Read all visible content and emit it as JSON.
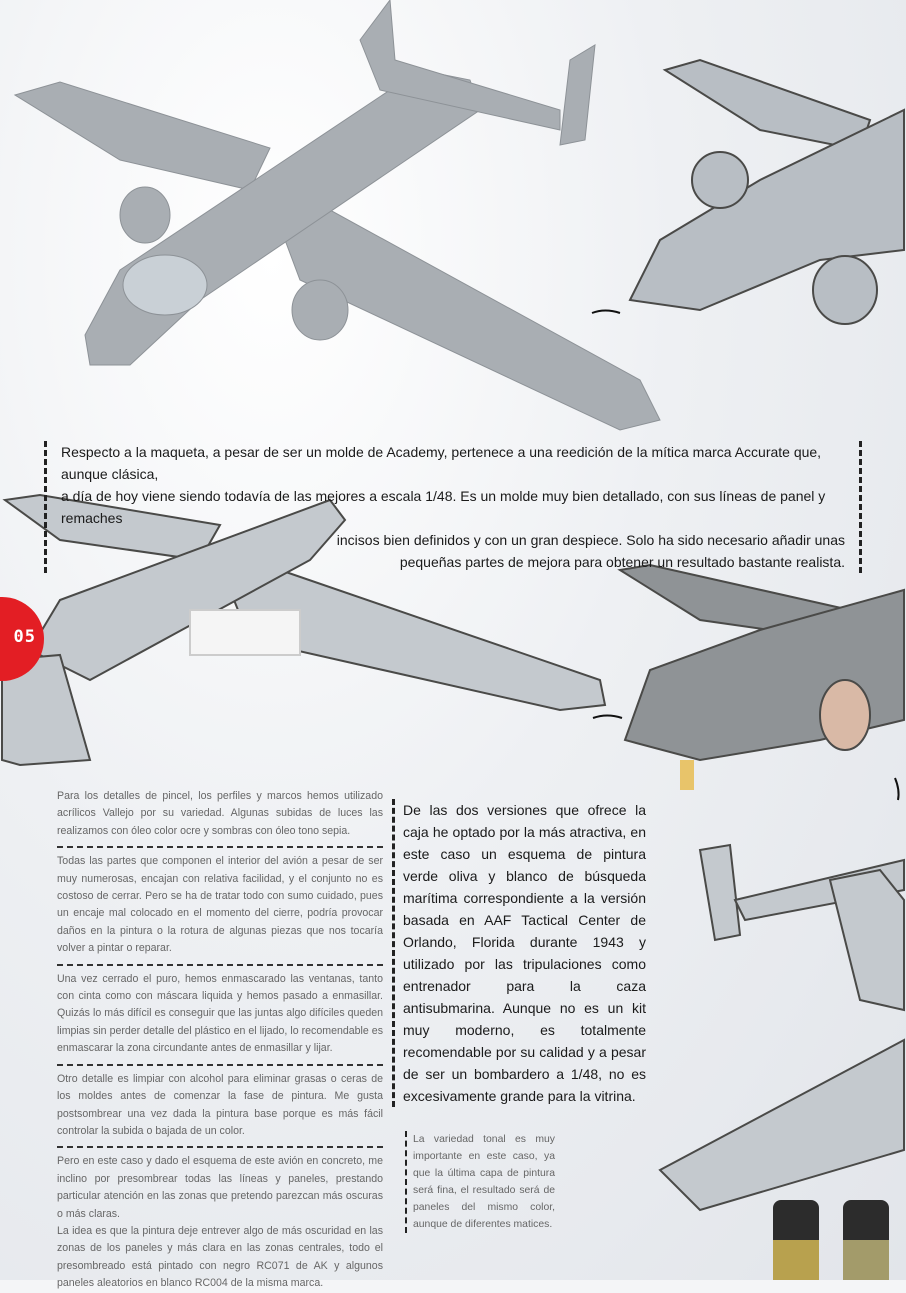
{
  "page_number": "05",
  "top_caption": {
    "lines": [
      "Respecto a la maqueta, a pesar de ser un molde de Academy, pertenece a una reedición de la mítica marca Accurate que, aunque clásica,",
      "a día de hoy viene siendo todavía de las mejores a escala 1/48. Es un molde muy bien detallado, con sus líneas de panel y remaches",
      "incisos bien definidos y con un gran despiece. Solo ha sido necesario añadir unas",
      "pequeñas partes de mejora para obtener un resultado bastante realista."
    ]
  },
  "left_column": {
    "paragraphs": [
      "Para los detalles de pincel, los perfiles y marcos hemos utilizado acrílicos Vallejo por su variedad. Algunas subidas de luces las realizamos con óleo color ocre y sombras con óleo tono sepia.",
      "Todas las partes que componen el interior del avión a pesar de ser muy numerosas, encajan con relativa facilidad, y el conjunto no es costoso de cerrar. Pero se ha de tratar todo con sumo cuidado, pues un encaje mal colocado en el momento del cierre, podría provocar daños en la pintura o la rotura de algunas piezas que nos tocaría volver a pintar o reparar.",
      "Una vez cerrado el puro, hemos enmascarado las ventanas, tanto con cinta como con máscara liquida y hemos pasado a enmasillar. Quizás lo más difícil es conseguir que las juntas algo difíciles queden limpias sin perder detalle del plástico en el lijado, lo recomendable es enmascarar la zona circundante antes de enmasillar y lijar.",
      "Otro detalle es limpiar con alcohol para eliminar grasas o ceras de los moldes antes de comenzar la fase de pintura. Me gusta postsombrear una vez dada la pintura base porque es más fácil controlar la subida o bajada de un color.",
      "Pero en este caso y dado el esquema de este avión en concreto, me inclino por presombrear todas las líneas y paneles, prestando particular atención en las zonas que pretendo parezcan más oscuras o más claras.",
      "La idea es que la pintura deje entrever algo de más oscuridad en las zonas de los paneles y más clara en las zonas centrales, todo el presombreado está pintado con negro RC071 de AK y algunos paneles aleatorios en blanco RC004 de la misma marca."
    ]
  },
  "middle_column": "De las dos versiones que ofrece la caja he optado por la más atractiva, en este caso un esquema de pintura verde oliva y blanco de búsqueda marítima correspondiente a la versión basada en AAF Tactical Center de Orlando, Florida durante 1943 y utilizado por las tripulaciones como entrenador para la caza antisubmarina. Aunque no es un kit muy moderno, es totalmente recomendable por su calidad y a pesar de ser un bombardero a 1/48, no es excesivamente grande para la vitrina.",
  "side_caption": "La variedad tonal es muy importante en este caso, ya que la última capa de pintura será fina, el resultado será de paneles del mismo color, aunque de diferentes matices.",
  "colors": {
    "accent": "#e31e24",
    "primer_gray": "#a9aeb3",
    "preshade_dark": "#4a4a48"
  },
  "icons": [
    "arrow-icon",
    "arrow-icon",
    "arrow-icon"
  ]
}
